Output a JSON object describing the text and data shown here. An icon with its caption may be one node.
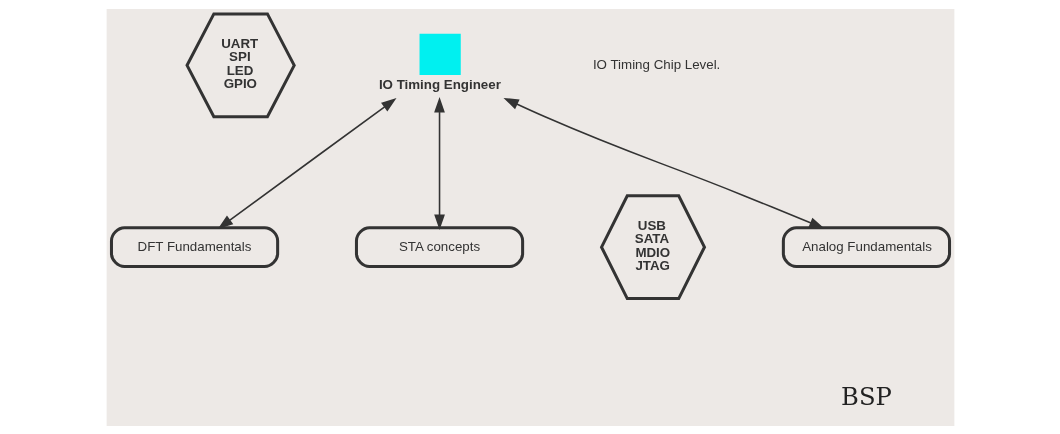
{
  "diagram": {
    "nodes": [
      {
        "text": [
          "IO Timing Engineer"
        ]
      },
      {
        "text": [
          "Analog Fundamentals"
        ]
      },
      {
        "text": [
          "DFT Fundamentals"
        ]
      },
      {
        "text": [
          "STA concepts"
        ]
      },
      {
        "text": [
          "UART SPI LED GPIO"
        ]
      },
      {
        "text": [
          "USB SATA MDIO JTAG"
        ]
      }
    ],
    "edges": [
      {
        "from": 0,
        "to": 1,
        "arrow": "both"
      },
      {
        "from": 0,
        "to": 2,
        "arrow": "both"
      },
      {
        "from": 0,
        "to": 3,
        "arrow": "both"
      }
    ],
    "labels": [
      "IO Timing Chip Level.",
      "BSP"
    ]
  }
}
